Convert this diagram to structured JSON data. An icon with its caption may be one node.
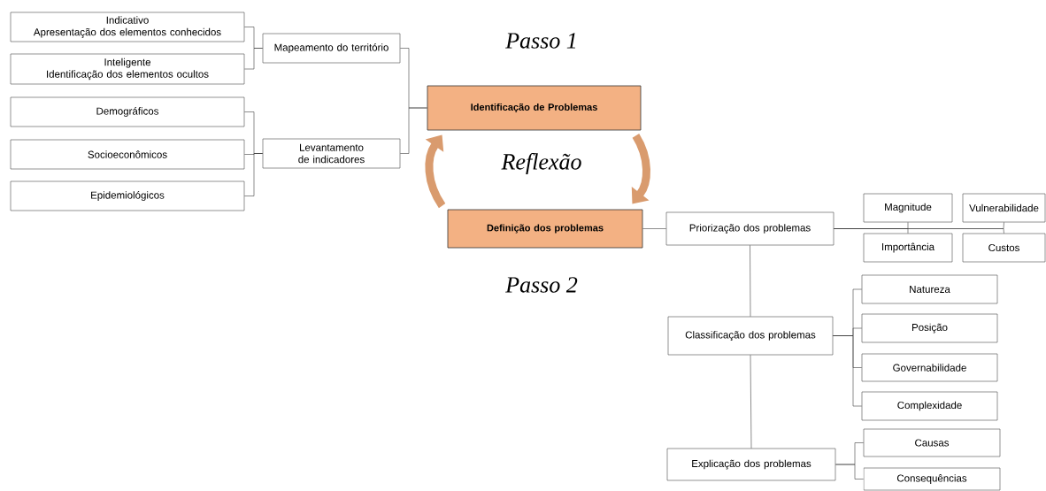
{
  "diagram": {
    "nodes": [
      {
        "text": [
          "Indicativo",
          "Apresentação dos elementos conhecidos"
        ]
      },
      {
        "text": [
          "Inteligente",
          "Identificação dos elementos ocultos"
        ]
      },
      {
        "text": [
          "Demográficos"
        ]
      },
      {
        "text": [
          "Socioeconômicos"
        ]
      },
      {
        "text": [
          "Epidemiológicos"
        ]
      },
      {
        "text": [
          "Mapeamento do território"
        ]
      },
      {
        "text": [
          "Levantamento de indicadores"
        ]
      },
      {
        "text": [
          "Identificação de Problemas"
        ]
      },
      {
        "text": [
          "Definição dos problemas"
        ]
      },
      {
        "text": [
          "Priorização dos problemas"
        ]
      },
      {
        "text": [
          "Magnitude"
        ]
      },
      {
        "text": [
          "Vulnerabilidade"
        ]
      },
      {
        "text": [
          "Importância"
        ]
      },
      {
        "text": [
          "Custos"
        ]
      },
      {
        "text": [
          "Classificação dos problemas"
        ]
      },
      {
        "text": [
          "Natureza"
        ]
      },
      {
        "text": [
          "Posição"
        ]
      },
      {
        "text": [
          "Governabilidade"
        ]
      },
      {
        "text": [
          "Complexidade"
        ]
      },
      {
        "text": [
          "Explicação dos  problemas"
        ]
      },
      {
        "text": [
          "Causas"
        ]
      },
      {
        "text": [
          "Consequências"
        ]
      }
    ],
    "edges": [
      {
        "from": 7,
        "to": 5,
        "arrow": "none"
      },
      {
        "from": 7,
        "to": 6,
        "arrow": "none"
      },
      {
        "from": 5,
        "to": 0,
        "arrow": "none"
      },
      {
        "from": 5,
        "to": 1,
        "arrow": "none"
      },
      {
        "from": 6,
        "to": 2,
        "arrow": "none"
      },
      {
        "from": 6,
        "to": 3,
        "arrow": "none"
      },
      {
        "from": 6,
        "to": 4,
        "arrow": "none"
      },
      {
        "from": 8,
        "to": 9,
        "arrow": "none"
      },
      {
        "from": 9,
        "to": 10,
        "arrow": "none"
      },
      {
        "from": 9,
        "to": 12,
        "arrow": "none"
      },
      {
        "from": 9,
        "to": 11,
        "arrow": "none"
      },
      {
        "from": 9,
        "to": 13,
        "arrow": "none"
      },
      {
        "from": 9,
        "to": 14,
        "arrow": "none"
      },
      {
        "from": 14,
        "to": 19,
        "arrow": "none"
      },
      {
        "from": 14,
        "to": 15,
        "arrow": "none"
      },
      {
        "from": 14,
        "to": 16,
        "arrow": "none"
      },
      {
        "from": 14,
        "to": 17,
        "arrow": "none"
      },
      {
        "from": 14,
        "to": 18,
        "arrow": "none"
      },
      {
        "from": 19,
        "to": 20,
        "arrow": "none"
      },
      {
        "from": 19,
        "to": 21,
        "arrow": "none"
      },
      {
        "from": 8,
        "to": 7,
        "arrow": "to",
        "style": "thick",
        "color": "#d99b6e"
      },
      {
        "from": 7,
        "to": 8,
        "arrow": "to",
        "style": "thick",
        "color": "#d99b6e"
      }
    ],
    "labels": [
      "Passo 1",
      "Reflexão",
      "Passo 2"
    ]
  }
}
